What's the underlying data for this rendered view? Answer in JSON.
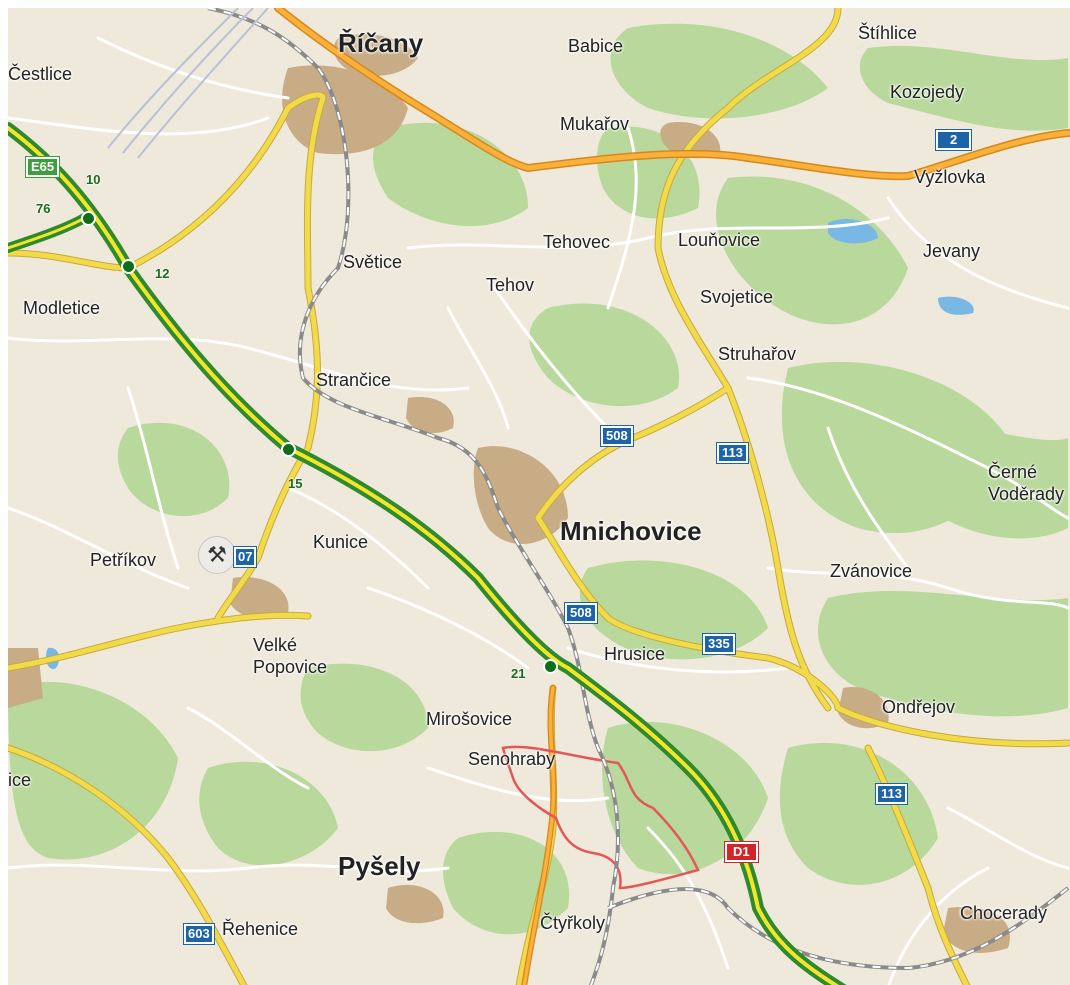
{
  "map": {
    "places": [
      {
        "id": "ricany",
        "name": "Říčany"
      },
      {
        "id": "babice",
        "name": "Babice"
      },
      {
        "id": "stihlice",
        "name": "Štíhlice"
      },
      {
        "id": "cestlice",
        "name": "Čestlice"
      },
      {
        "id": "kozojedy",
        "name": "Kozojedy"
      },
      {
        "id": "mukarov",
        "name": "Mukařov"
      },
      {
        "id": "vyzlovka",
        "name": "Vyžlovka"
      },
      {
        "id": "tehovec",
        "name": "Tehovec"
      },
      {
        "id": "lounovice",
        "name": "Louňovice"
      },
      {
        "id": "jevany",
        "name": "Jevany"
      },
      {
        "id": "svetice",
        "name": "Světice"
      },
      {
        "id": "tehov",
        "name": "Tehov"
      },
      {
        "id": "svojetice",
        "name": "Svojetice"
      },
      {
        "id": "modletice",
        "name": "Modletice"
      },
      {
        "id": "struharov",
        "name": "Struhařov"
      },
      {
        "id": "strancice",
        "name": "Strančice"
      },
      {
        "id": "cerne",
        "name": "Černé"
      },
      {
        "id": "voderady",
        "name": "Voděrady"
      },
      {
        "id": "mnichovice",
        "name": "Mnichovice"
      },
      {
        "id": "kunice",
        "name": "Kunice"
      },
      {
        "id": "petrikov",
        "name": "Petříkov"
      },
      {
        "id": "zvanovice",
        "name": "Zvánovice"
      },
      {
        "id": "velke",
        "name": "Velké"
      },
      {
        "id": "popovice",
        "name": "Popovice"
      },
      {
        "id": "hrusice",
        "name": "Hrusice"
      },
      {
        "id": "ondrejov",
        "name": "Ondřejov"
      },
      {
        "id": "mirosovice",
        "name": "Mirošovice"
      },
      {
        "id": "senohraby",
        "name": "Senohraby"
      },
      {
        "id": "ice",
        "name": "ice"
      },
      {
        "id": "pysely",
        "name": "Pyšely"
      },
      {
        "id": "rehenice",
        "name": "Řehenice"
      },
      {
        "id": "ctyrkoly",
        "name": "Čtyřkoly"
      },
      {
        "id": "chocerady",
        "name": "Chocerady"
      }
    ],
    "road_badges": [
      {
        "id": "e65",
        "text": "E65"
      },
      {
        "id": "r2",
        "text": "2"
      },
      {
        "id": "r508a",
        "text": "508"
      },
      {
        "id": "r113a",
        "text": "113"
      },
      {
        "id": "r07",
        "text": "07"
      },
      {
        "id": "r508b",
        "text": "508"
      },
      {
        "id": "r335",
        "text": "335"
      },
      {
        "id": "r113b",
        "text": "113"
      },
      {
        "id": "d1",
        "text": "D1"
      },
      {
        "id": "r603",
        "text": "603"
      }
    ],
    "exits": [
      {
        "id": "x10",
        "text": "10"
      },
      {
        "id": "x76",
        "text": "76"
      },
      {
        "id": "x12",
        "text": "12"
      },
      {
        "id": "x15",
        "text": "15"
      },
      {
        "id": "x21",
        "text": "21"
      }
    ],
    "poi": {
      "icon": "tools-icon",
      "glyph": "⚒"
    },
    "colors": {
      "motorway": "#2f8a2e",
      "motorway_inner": "#f2e52a",
      "primary_road": "#f5a623",
      "secondary_road": "#f2db4a",
      "forest": "#b5d69a",
      "urban": "#c9ad87",
      "water": "#76b6e3",
      "boundary": "#e45757",
      "railway": "#7d7d7d",
      "badge_blue": "#1d63a8",
      "badge_red": "#d5232a",
      "badge_green": "#3e9d3e"
    }
  }
}
